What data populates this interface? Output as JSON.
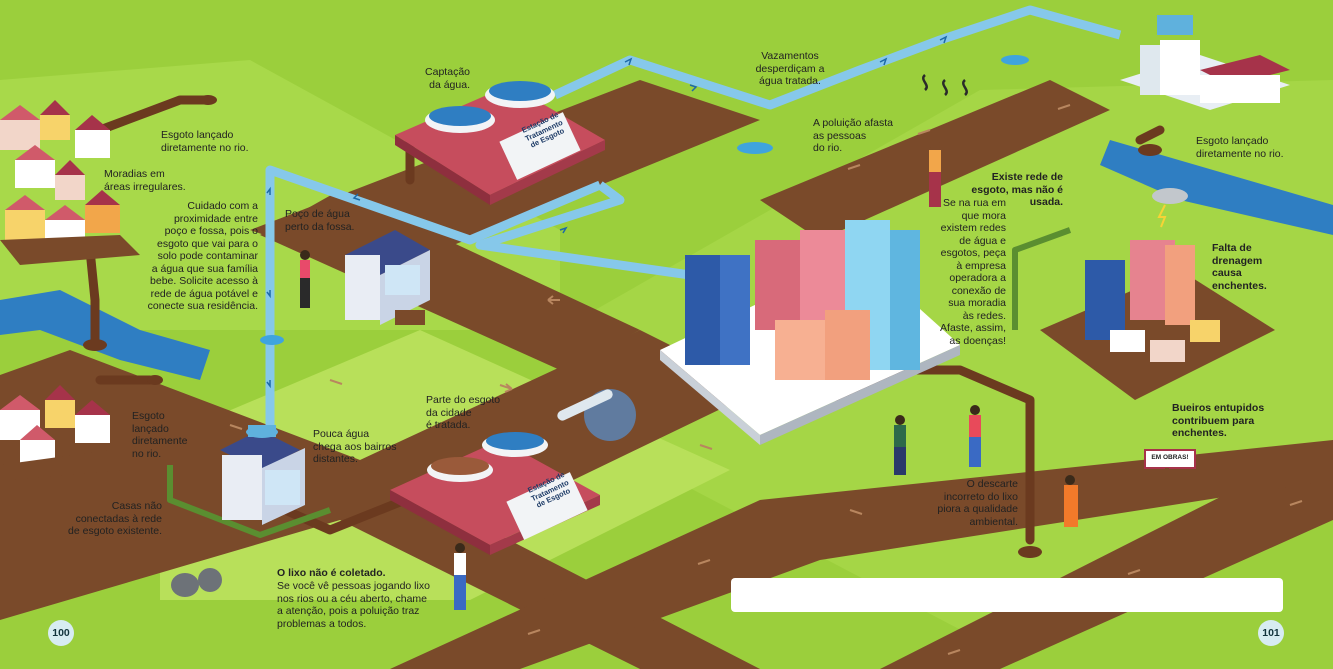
{
  "labels": {
    "captacao": "Captação\nda água.",
    "vazamentos": "Vazamentos\ndesperdiçam a\nágua tratada.",
    "esgoto_rio_top_left": "Esgoto lançado\ndiretamente no rio.",
    "esgoto_rio_top_right": "Esgoto lançado\ndiretamente no rio.",
    "moradias": "Moradias em\náreas irregulares.",
    "cuidado": "Cuidado com a\nproximidade entre\npoço e fossa, pois o\nesgoto que vai para o\nsolo pode contaminar\na água que sua família\nbebe. Solicite acesso à\nrede de água potável e\nconecte sua residência.",
    "poco": "Poço de água\nperto da fossa.",
    "poluicao_afasta": "A poluição afasta\nas pessoas\ndo rio.",
    "rede_title": "Existe rede de\nesgoto, mas não é usada.",
    "rede_body": "Se na rua em que mora\nexistem redes de água e\nesgotos, peça\nà empresa\noperadora a\nconexão de\nsua moradia\nàs redes.\nAfaste, assim,\nas doenças!",
    "falta_drenagem": "Falta de\ndrenagem\ncausa\nenchentes.",
    "bueiros": "Bueiros entupidos\ncontribuem para\nenchentes.",
    "esgoto_rio_left": "Esgoto\nlançado\ndiretamente\nno rio.",
    "pouca_agua": "Pouca água\nchega aos bairros\ndistantes.",
    "parte_esgoto": "Parte do esgoto\nda cidade\né tratada.",
    "descarte": "O descarte\nincorreto do lixo\npiora a qualidade\nambiental.",
    "casas_nao": "Casas não\nconectadas à rede\nde esgoto existente.",
    "lixo_title": "O lixo não é coletado.",
    "lixo_body": "Se você vê pessoas jogando lixo\nnos rios ou a céu aberto, chame\na atenção, pois a poluição traz\nproblemas a todos."
  },
  "signs": {
    "estacao_top": "Estação de\nTratamento\nde Esgoto",
    "estacao_bottom": "Estação de\nTratamento\nde Esgoto",
    "em_obras": "EM OBRAS!"
  },
  "page_numbers": {
    "left": "100",
    "right": "101"
  },
  "colors": {
    "grass": "#9bcf3c",
    "grass_dark": "#6fae2e",
    "dirt_road": "#7a4a2a",
    "river": "#2f7ec2",
    "water_pipe": "#86c8ea",
    "sewage_pipe": "#6b3a1f"
  }
}
